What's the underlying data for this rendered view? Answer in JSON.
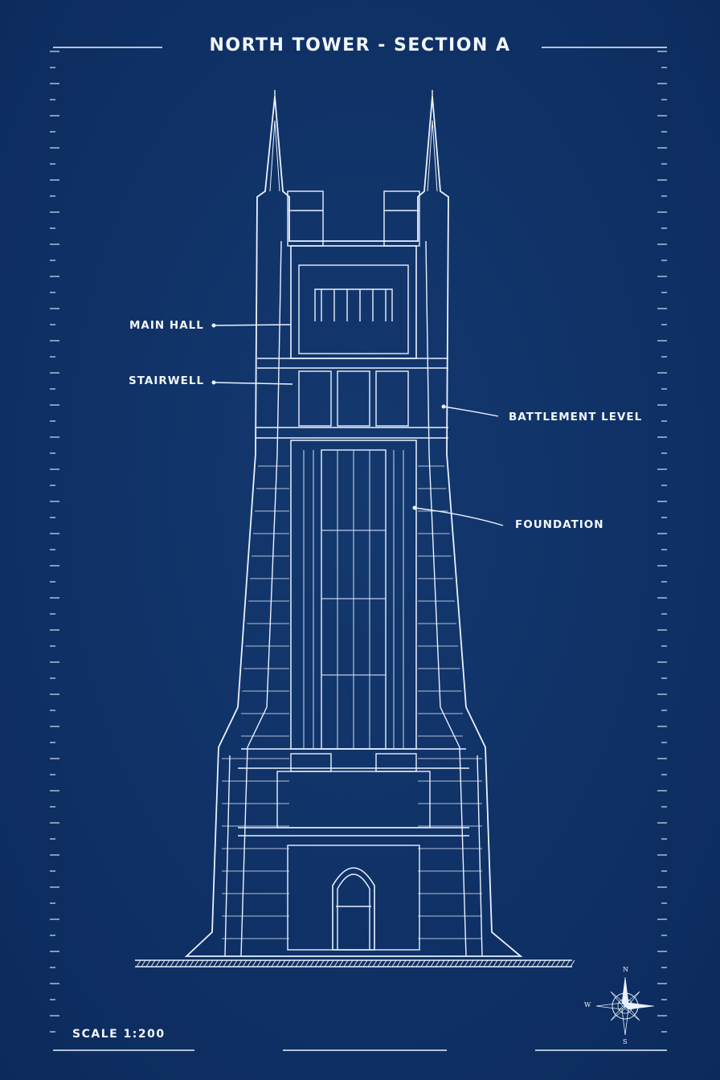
{
  "title": "NORTH TOWER - SECTION A",
  "labels": {
    "main_hall": "MAIN HALL",
    "stairwell": "STAIRWELL",
    "battlement_level": "BATTLEMENT LEVEL",
    "foundation": "FOUNDATION"
  },
  "scale": "SCALE 1:200",
  "compass": {
    "north": "N",
    "west": "W",
    "south": "S"
  },
  "colors": {
    "background": "#0f3166",
    "line": "#f2f6ff"
  }
}
